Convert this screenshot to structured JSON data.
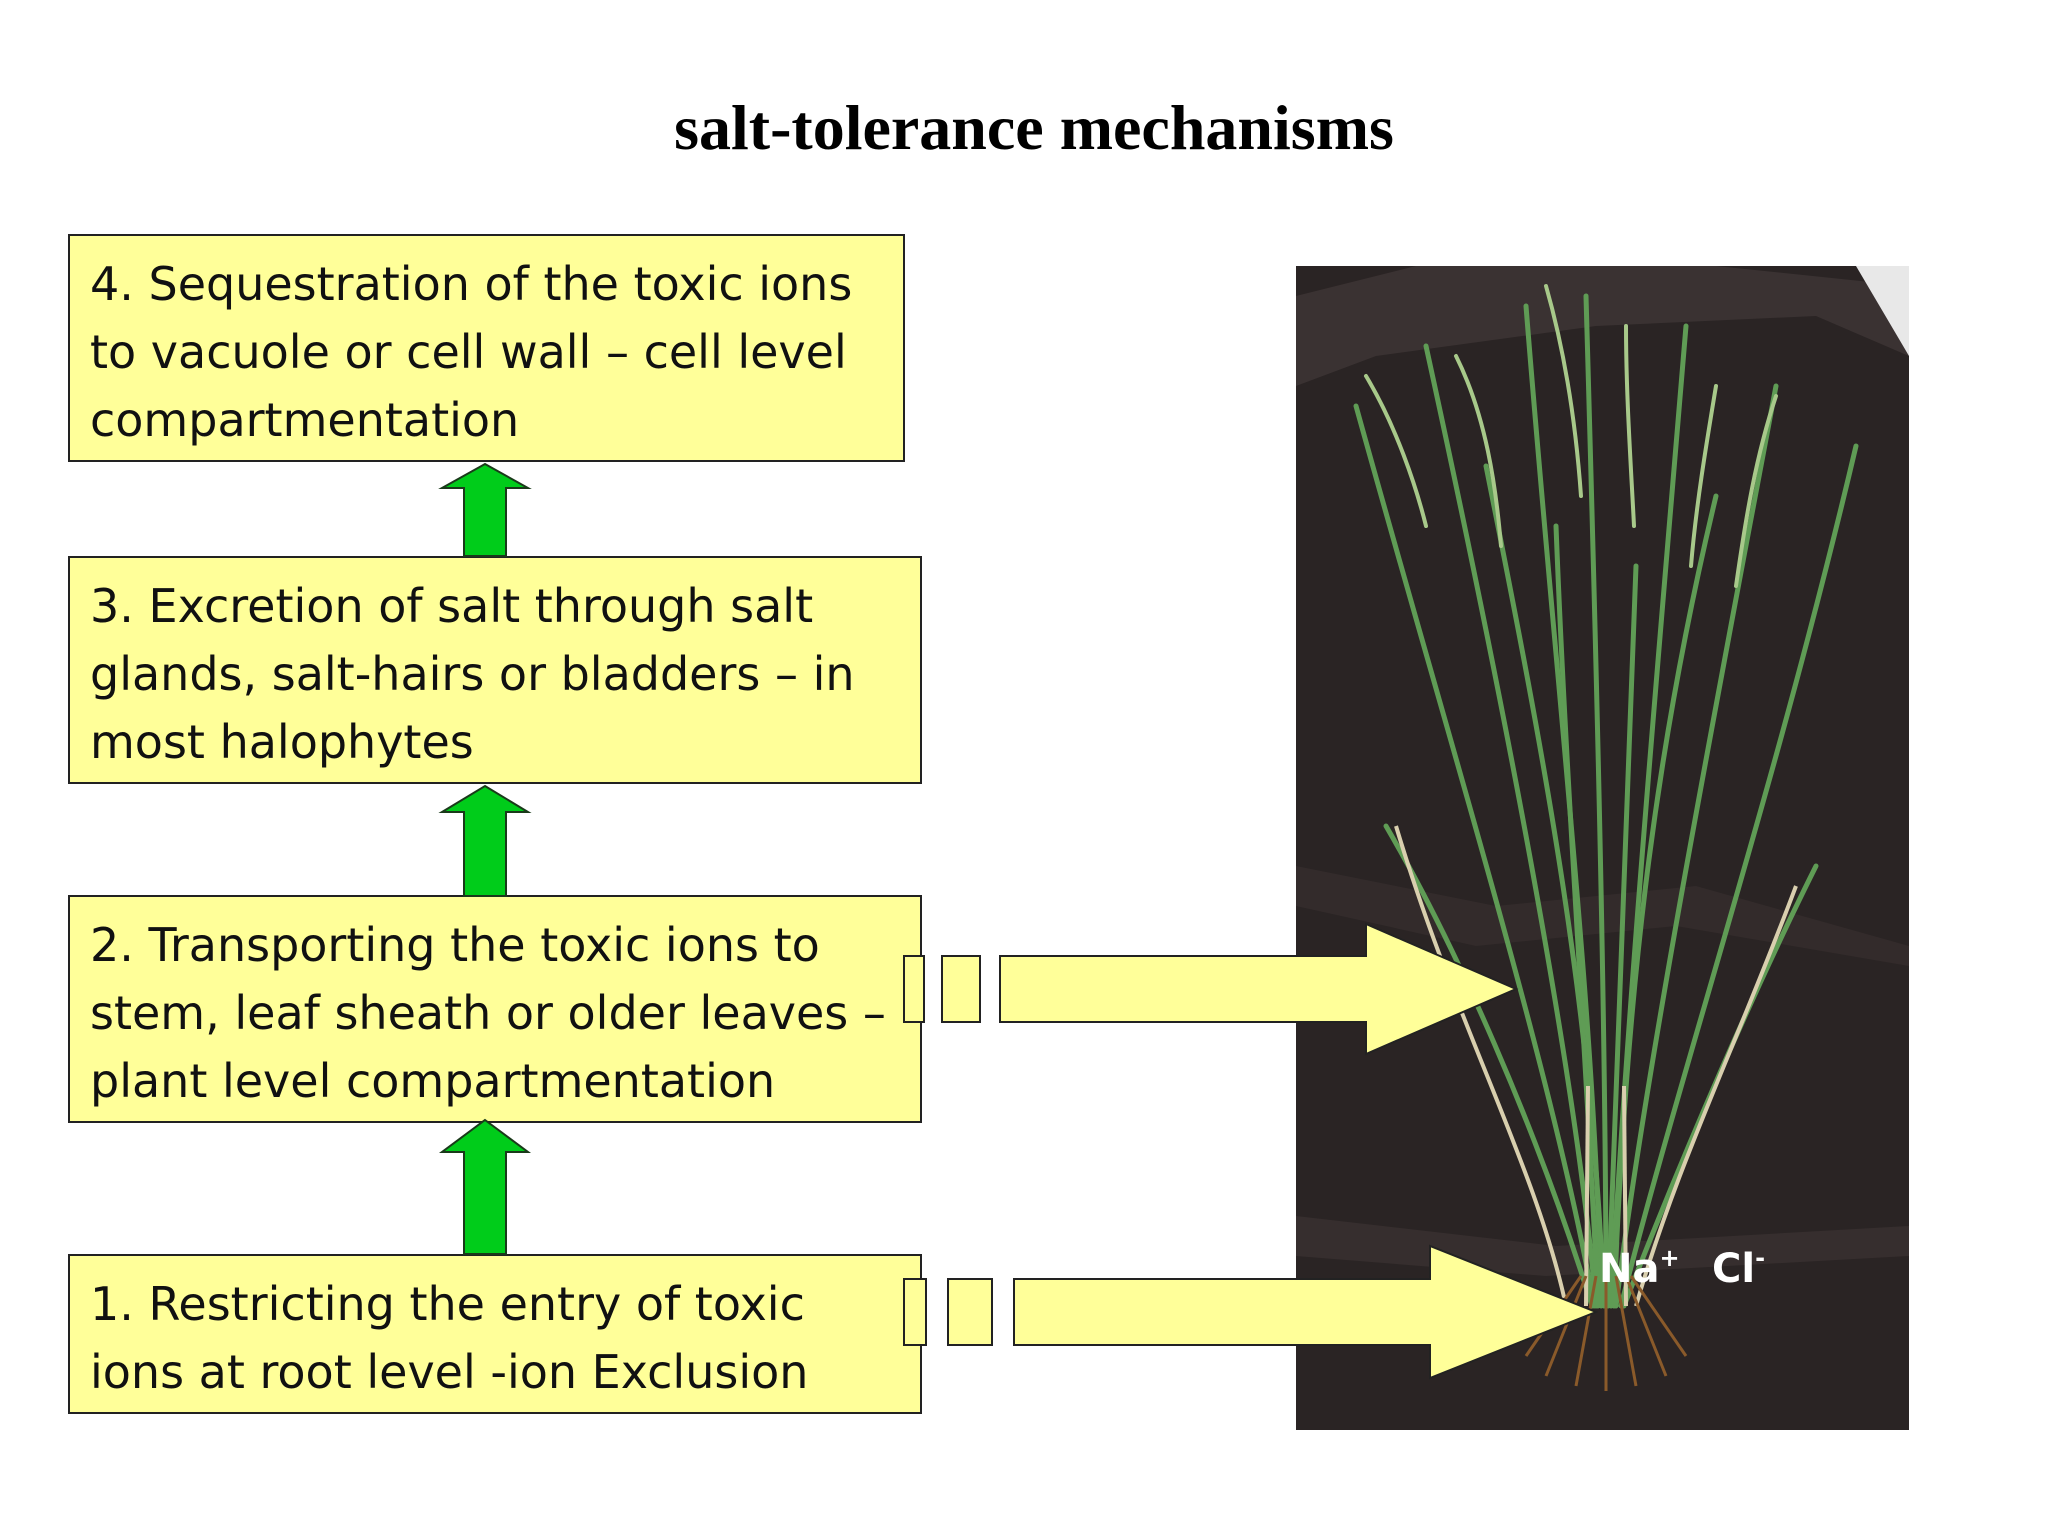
{
  "title": "salt-tolerance mechanisms",
  "colors": {
    "box_fill": "#ffff99",
    "arrow_green": "#00cc1a",
    "photo_bg": "#2a2424",
    "leaf_green": "#5f9c55"
  },
  "steps": [
    {
      "id": 4,
      "lines": [
        "4. Sequestration of the toxic ions",
        "to vacuole or cell wall – cell level",
        "compartmentation"
      ]
    },
    {
      "id": 3,
      "lines": [
        "3. Excretion of salt through salt",
        "glands, salt-hairs or bladders – in",
        "most halophytes"
      ]
    },
    {
      "id": 2,
      "lines": [
        "2. Transporting the toxic ions to",
        "stem, leaf sheath or older leaves –",
        "plant level compartmentation"
      ]
    },
    {
      "id": 1,
      "lines": [
        "1. Restricting the entry of toxic",
        "ions at root level -ion Exclusion"
      ]
    }
  ],
  "ions": {
    "sodium": "Na",
    "sodium_charge": "+",
    "chloride": "Cl",
    "chloride_charge": "-"
  },
  "icons": {
    "up_arrows": "green-up-arrow-icon",
    "right_arrows": "yellow-block-right-arrow-icon",
    "photo": "rice-plant-photo"
  }
}
